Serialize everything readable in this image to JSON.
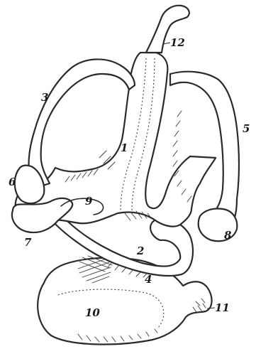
{
  "figure": {
    "labels": {
      "l1": "1",
      "l2": "2",
      "l3": "3",
      "l4": "4",
      "l5": "5",
      "l6": "6",
      "l7": "7",
      "l8": "8",
      "l9": "9",
      "l10": "10",
      "l11": "11",
      "l12": "12"
    }
  }
}
